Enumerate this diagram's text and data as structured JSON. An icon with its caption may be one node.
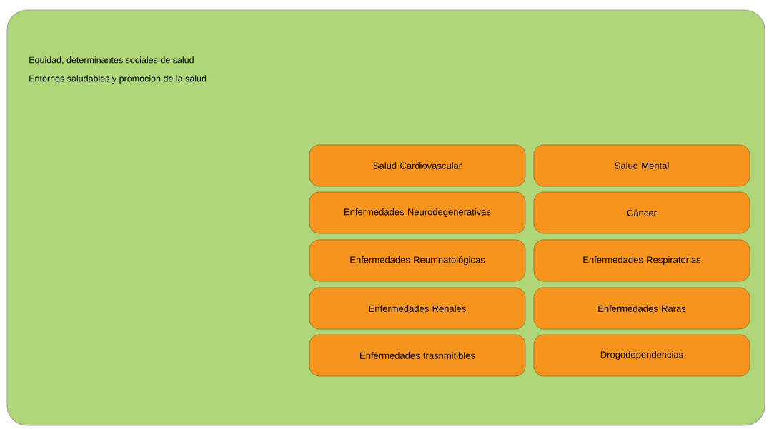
{
  "diagram": {
    "nodes": [
      {
        "text": [
          "Equidad, determinantes sociales de salud",
          "Entornos saludables y promoción de la salud"
        ]
      },
      {
        "text": [
          "Salud Cardiovascular"
        ],
        "in": 0
      },
      {
        "text": [
          "Salud Mental"
        ],
        "in": 0
      },
      {
        "text": [
          "Enfermedades Neurodegenerativas"
        ],
        "in": 0
      },
      {
        "text": [
          "Cáncer"
        ],
        "in": 0
      },
      {
        "text": [
          "Enfermedades Reumnatológicas"
        ],
        "in": 0
      },
      {
        "text": [
          "Enfermedades Respiratorias"
        ],
        "in": 0
      },
      {
        "text": [
          "Enfermedades Renales"
        ],
        "in": 0
      },
      {
        "text": [
          "Enfermedades Raras"
        ],
        "in": 0
      },
      {
        "text": [
          "Enfermedades trasnmitibles"
        ],
        "in": 0
      },
      {
        "text": [
          "Drogodependencias"
        ],
        "in": 0
      }
    ]
  }
}
